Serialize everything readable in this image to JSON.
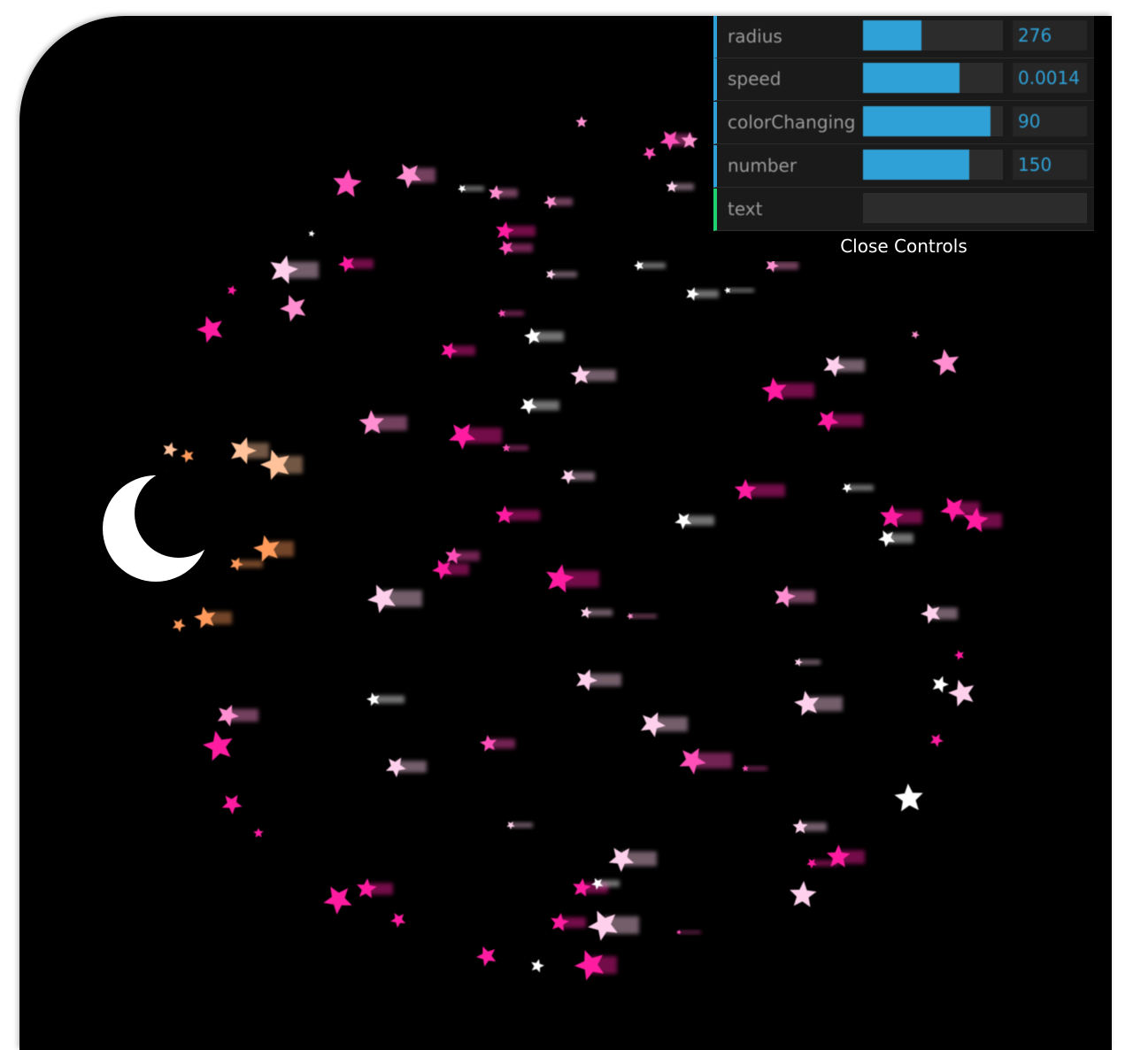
{
  "controls": {
    "rows": [
      {
        "label": "radius",
        "value": "276",
        "fill": 0.42
      },
      {
        "label": "speed",
        "value": "0.0014",
        "fill": 0.69
      },
      {
        "label": "colorChanging",
        "value": "90",
        "fill": 0.91
      },
      {
        "label": "number",
        "value": "150",
        "fill": 0.76
      }
    ],
    "text_label": "text",
    "text_value": "",
    "close_label": "Close Controls"
  },
  "colors": {
    "background": "#000000",
    "gui_bg": "#1a1a1a",
    "slider_accent": "#2fa1d6",
    "text_accent": "#1ed36f",
    "moon": "#ffffff",
    "star_palette": [
      "#ff1fa0",
      "#ff4fb8",
      "#ff8fd0",
      "#ffd0ec",
      "#ffffff",
      "#ff9a5a",
      "#ffc29a"
    ]
  },
  "icons": {
    "moon": "crescent-moon-icon",
    "star": "five-point-star-icon"
  }
}
